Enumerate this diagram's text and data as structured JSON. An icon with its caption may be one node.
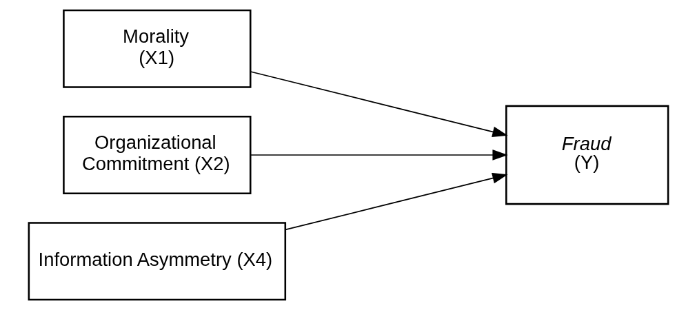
{
  "diagram": {
    "nodes": [
      {
        "text": [
          "Morality (X1)"
        ]
      },
      {
        "text": [
          "Organizational Commitment (X2)"
        ]
      },
      {
        "text": [
          "Information Asymmetry (X4)"
        ]
      },
      {
        "text": [
          "Fraud",
          "(Y)"
        ]
      }
    ],
    "edges": [
      {
        "from": 0,
        "to": 3,
        "arrow": "to"
      },
      {
        "from": 1,
        "to": 3,
        "arrow": "to"
      },
      {
        "from": 2,
        "to": 3,
        "arrow": "to"
      }
    ]
  }
}
